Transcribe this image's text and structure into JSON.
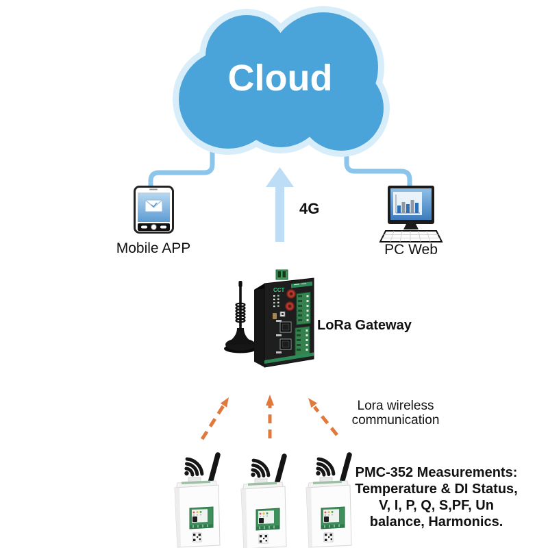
{
  "diagram": {
    "cloud": {
      "label": "Cloud"
    },
    "network_link": {
      "label": "4G"
    },
    "mobile": {
      "label": "Mobile APP"
    },
    "pc": {
      "label": "PC Web"
    },
    "gateway": {
      "label": "LoRa Gateway",
      "brand": "CCT"
    },
    "lora_link": {
      "line1": "Lora wireless",
      "line2": "communication"
    },
    "meters": {
      "line1": "PMC-352 Measurements:",
      "line2": "Temperature & DI Status,",
      "line3": "V, I, P, Q, S,PF, Un",
      "line4": "balance, Harmonics."
    },
    "icons": {
      "cloud": "cloud-shape",
      "mobile": "smartphone-with-mail-screen",
      "pc": "desktop-monitor-with-bar-chart-and-keyboard",
      "gateway": "industrial-din-rail-gateway-with-whip-antenna",
      "meter": "pmc352-din-meter-with-antenna",
      "wifi": "wifi-signal-arcs",
      "uplink": "up-arrow",
      "lora_links": "dashed-orange-up-arrows"
    },
    "colors": {
      "cloud_fill": "#4AA4D9",
      "cloud_halo": "#D7EDFA",
      "connector": "#8BC5EB",
      "uplink_arrow": "#BCDDF5",
      "lora_arrow": "#E0793B",
      "terminal_green": "#35824F",
      "text": "#111111"
    }
  }
}
